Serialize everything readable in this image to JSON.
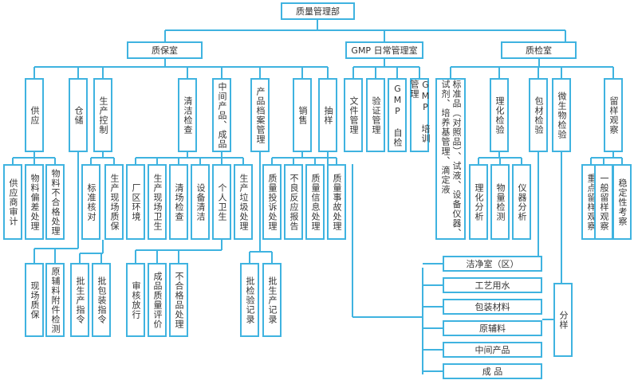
{
  "diagram": {
    "colors": {
      "line": "#3fb3e0",
      "text": "#333333",
      "box_fill": "#ffffff"
    },
    "root": "质量管理部",
    "departments": {
      "qa": "质保室",
      "gmp": "GMP 日常管理室",
      "qc": "质检室"
    },
    "qa": {
      "supply": "供应",
      "warehouse": "仓储",
      "production_control": "生产控制",
      "cleaning_check": "清洁检查",
      "intermediate_products": "中间产品、成品",
      "product_archive": "产品档案管理",
      "sales": "销售",
      "sampling": "抽样",
      "supply_children": [
        "供应商审计",
        "物料偏差处理",
        "物料不合格处理"
      ],
      "prod_children": [
        "标准核对",
        "生产现场质保"
      ],
      "cleaning_children": [
        "厂区环境",
        "生产现场卫生",
        "清场检查",
        "设备清洁",
        "个人卫生",
        "生产垃圾处理"
      ],
      "sales_children": [
        "质量投诉处理",
        "不良反应报告",
        "质量信息处理",
        "质量事故处理"
      ],
      "warehouse_children": [
        "现场质保",
        "原辅料附件检测"
      ],
      "prod_level3": [
        "批生产指令",
        "批包装指令"
      ],
      "intermediate_children": [
        "审核放行",
        "成品质量评价",
        "不合格品处理"
      ],
      "archive_children": [
        "批检验记录",
        "批生产记录"
      ]
    },
    "gmp": {
      "children": [
        "文件管理",
        "验证管理",
        "GMP 自检",
        "GMP 培训管理"
      ]
    },
    "qc": {
      "standards": "标准品（对照品）、试液、设备仪器、试剂、培养基管理、滴定液",
      "physchem": "理化检验",
      "packaging": "包材检验",
      "micro": "微生物检验",
      "retention": "留样观察",
      "physchem_children": [
        "理化分析",
        "物量检测",
        "仪器分析"
      ],
      "retention_children": [
        "重点留样观察",
        "一般留样观察",
        "稳定性考察"
      ],
      "sampling_targets": [
        "洁净室（区）",
        "工艺用水",
        "包装材料",
        "原辅料",
        "中间产品",
        "成 品"
      ],
      "sampling_label": "分样"
    }
  }
}
